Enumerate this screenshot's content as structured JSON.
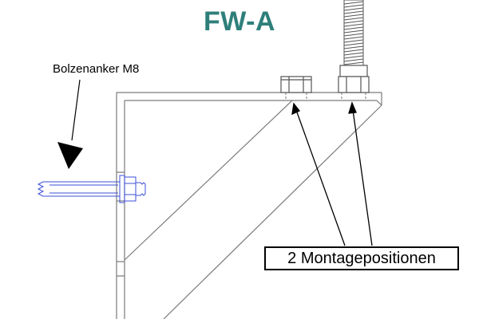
{
  "title": "FW-A",
  "anchor_label": "Bolzenanker M8",
  "callout_label": "2 Montagepositionen",
  "colors": {
    "title": "#2e7f7a",
    "line": "#7a7a7a",
    "bolt": "#3b4fd9",
    "text": "#000000"
  }
}
